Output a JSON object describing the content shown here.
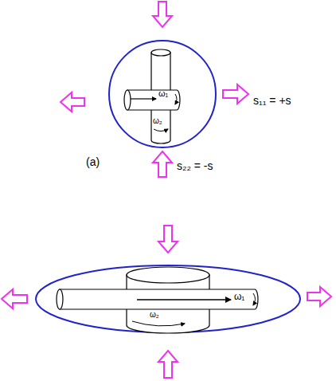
{
  "diagram": {
    "labels": [
      "ω₁",
      "ω₂",
      "s₁₁ = +s",
      "(a)",
      "s₂₂ = -s",
      "ω₁",
      "ω₂"
    ]
  }
}
